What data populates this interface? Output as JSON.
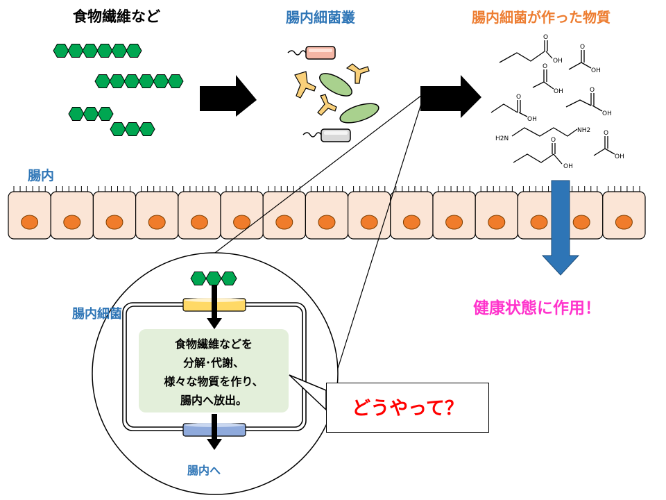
{
  "labels": {
    "dietary_fiber": "食物繊維など",
    "gut_microbiota": "腸内細菌叢",
    "microbial_products": "腸内細菌が作った物質",
    "intestinal_lumen": "腸内",
    "health_effect": "健康状態に作用！",
    "gut_bacterium": "腸内細菌",
    "to_lumen": "腸内へ",
    "question": "どうやって？"
  },
  "process_box": {
    "lines": [
      "食物繊維などを",
      "分解･代謝、",
      "様々な物質を作り、",
      "腸内へ放出。"
    ]
  },
  "chemical_labels": {
    "oh": "OH",
    "o": "O",
    "h2n": "H2N",
    "nh2": "NH2"
  },
  "colors": {
    "blue_label": "#2E75B6",
    "orange_label": "#ED7D31",
    "pink_label": "#FF33CC",
    "red_question": "#FF0000",
    "fiber_green": "#00A651",
    "cell_fill": "#FBE5D6",
    "nucleus": "#F07C2B",
    "effect_arrow": "#2E75B6"
  },
  "icons": [
    "hexagon-chain",
    "bacteria-cluster",
    "intestinal-epithelium",
    "cell-membrane-transporter",
    "black-arrow",
    "blue-down-arrow"
  ]
}
